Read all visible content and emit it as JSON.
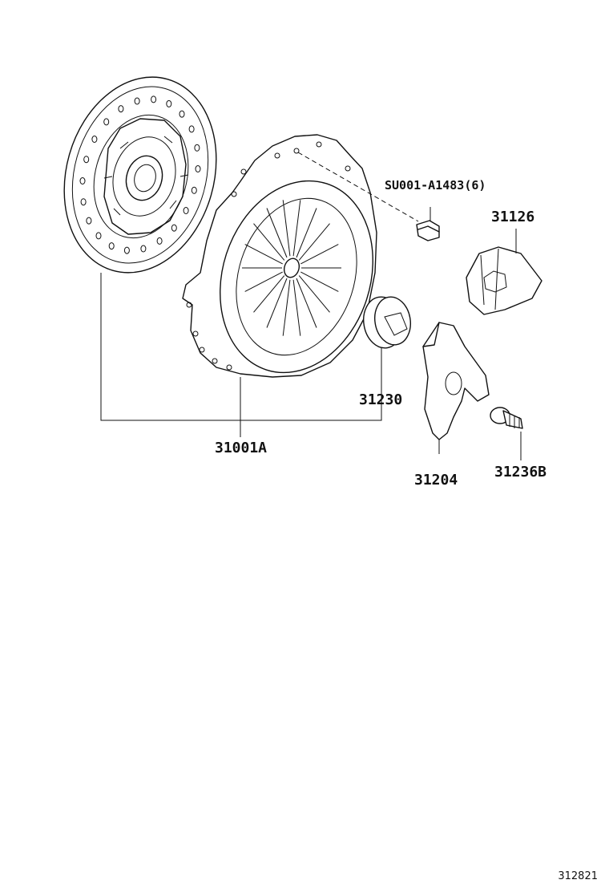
{
  "parts": {
    "disc_label": "31001A",
    "cover_bolt_label": "SU001-A1483(6)",
    "boot_label": "31126",
    "bearing_label": "31230",
    "fork_label": "31204",
    "pivot_label": "31236B"
  },
  "diagram_id": "312821"
}
